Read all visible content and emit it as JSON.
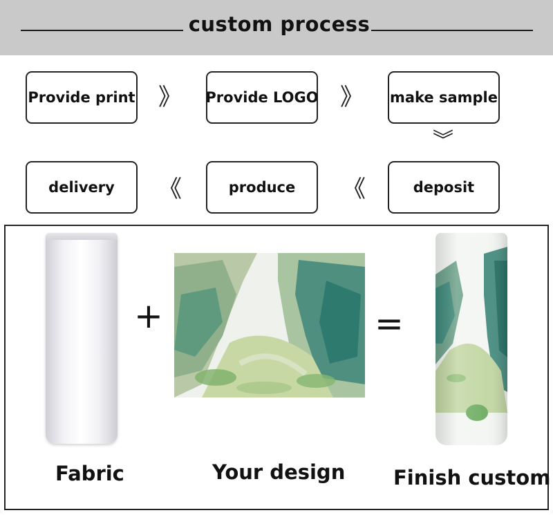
{
  "header": {
    "title": "custom process"
  },
  "steps": [
    {
      "label": "Provide print"
    },
    {
      "label": "Provide LOGO"
    },
    {
      "label": "make sample"
    },
    {
      "label": "deposit"
    },
    {
      "label": "produce"
    },
    {
      "label": "delivery"
    }
  ],
  "arrows": {
    "right": "》",
    "left": "《",
    "down": "︾"
  },
  "equation": {
    "plus": "+",
    "equals": "="
  },
  "captions": {
    "fabric": "Fabric",
    "design": "Your design",
    "finish": "Finish custom"
  },
  "colors": {
    "header_bg": "#c9c9c9",
    "watercolor_green": "#7fae6a",
    "watercolor_teal": "#3f8a7a"
  }
}
